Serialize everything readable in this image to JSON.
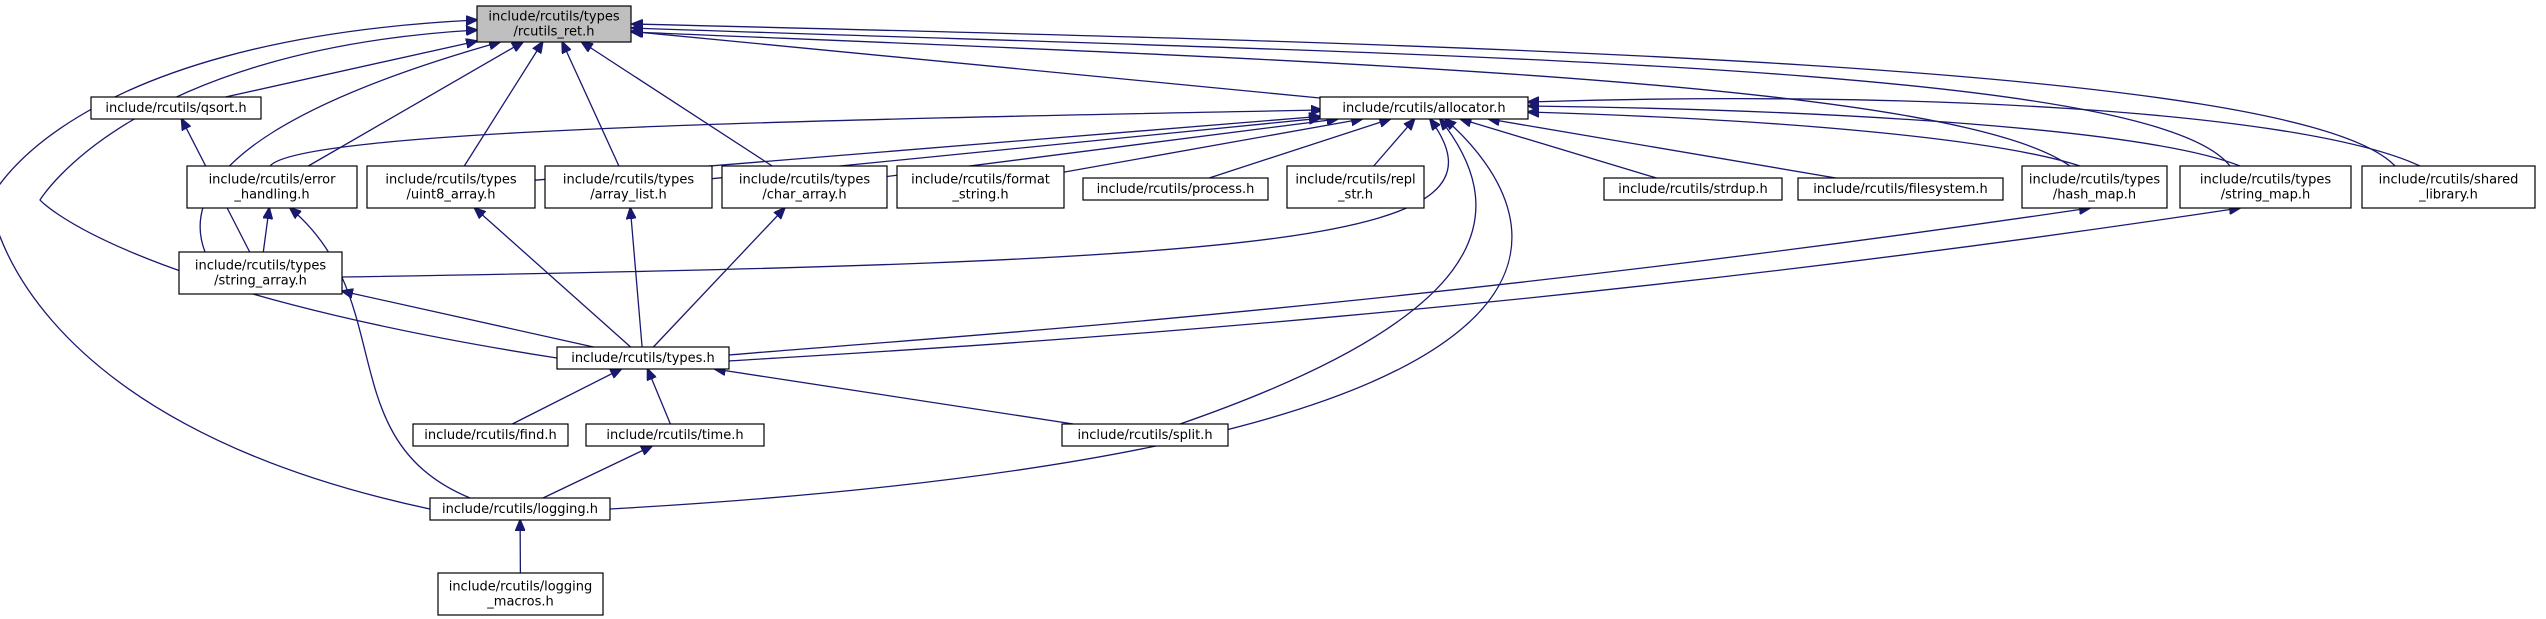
{
  "diagram": {
    "root_fill": "#bfbfbf",
    "node_fill": "#ffffff",
    "edge_color": "#191970",
    "nodes": [
      {
        "id": "rcutils_ret",
        "lines": [
          "include/rcutils/types",
          "/rcutils_ret.h"
        ],
        "root": true
      },
      {
        "id": "qsort",
        "lines": [
          "include/rcutils/qsort.h"
        ]
      },
      {
        "id": "allocator",
        "lines": [
          "include/rcutils/allocator.h"
        ]
      },
      {
        "id": "error_handling",
        "lines": [
          "include/rcutils/error",
          "_handling.h"
        ]
      },
      {
        "id": "uint8_array",
        "lines": [
          "include/rcutils/types",
          "/uint8_array.h"
        ]
      },
      {
        "id": "array_list",
        "lines": [
          "include/rcutils/types",
          "/array_list.h"
        ]
      },
      {
        "id": "char_array",
        "lines": [
          "include/rcutils/types",
          "/char_array.h"
        ]
      },
      {
        "id": "format_string",
        "lines": [
          "include/rcutils/format",
          "_string.h"
        ]
      },
      {
        "id": "process",
        "lines": [
          "include/rcutils/process.h"
        ]
      },
      {
        "id": "repl_str",
        "lines": [
          "include/rcutils/repl",
          "_str.h"
        ]
      },
      {
        "id": "strdup",
        "lines": [
          "include/rcutils/strdup.h"
        ]
      },
      {
        "id": "filesystem",
        "lines": [
          "include/rcutils/filesystem.h"
        ]
      },
      {
        "id": "hash_map",
        "lines": [
          "include/rcutils/types",
          "/hash_map.h"
        ]
      },
      {
        "id": "string_map",
        "lines": [
          "include/rcutils/types",
          "/string_map.h"
        ]
      },
      {
        "id": "shared_library",
        "lines": [
          "include/rcutils/shared",
          "_library.h"
        ]
      },
      {
        "id": "string_array",
        "lines": [
          "include/rcutils/types",
          "/string_array.h"
        ]
      },
      {
        "id": "types",
        "lines": [
          "include/rcutils/types.h"
        ]
      },
      {
        "id": "find",
        "lines": [
          "include/rcutils/find.h"
        ]
      },
      {
        "id": "time",
        "lines": [
          "include/rcutils/time.h"
        ]
      },
      {
        "id": "split",
        "lines": [
          "include/rcutils/split.h"
        ]
      },
      {
        "id": "logging",
        "lines": [
          "include/rcutils/logging.h"
        ]
      },
      {
        "id": "logging_macros",
        "lines": [
          "include/rcutils/logging",
          "_macros.h"
        ]
      }
    ],
    "edges": [
      {
        "from": "rcutils_ret",
        "to": "qsort"
      },
      {
        "from": "rcutils_ret",
        "to": "allocator"
      },
      {
        "from": "rcutils_ret",
        "to": "error_handling"
      },
      {
        "from": "rcutils_ret",
        "to": "uint8_array"
      },
      {
        "from": "rcutils_ret",
        "to": "array_list"
      },
      {
        "from": "rcutils_ret",
        "to": "char_array"
      },
      {
        "from": "rcutils_ret",
        "to": "hash_map"
      },
      {
        "from": "rcutils_ret",
        "to": "string_map"
      },
      {
        "from": "rcutils_ret",
        "to": "shared_library"
      },
      {
        "from": "rcutils_ret",
        "to": "string_array"
      },
      {
        "from": "rcutils_ret",
        "to": "types"
      },
      {
        "from": "rcutils_ret",
        "to": "logging"
      },
      {
        "from": "allocator",
        "to": "error_handling"
      },
      {
        "from": "allocator",
        "to": "uint8_array"
      },
      {
        "from": "allocator",
        "to": "array_list"
      },
      {
        "from": "allocator",
        "to": "char_array"
      },
      {
        "from": "allocator",
        "to": "format_string"
      },
      {
        "from": "allocator",
        "to": "process"
      },
      {
        "from": "allocator",
        "to": "repl_str"
      },
      {
        "from": "allocator",
        "to": "strdup"
      },
      {
        "from": "allocator",
        "to": "filesystem"
      },
      {
        "from": "allocator",
        "to": "hash_map"
      },
      {
        "from": "allocator",
        "to": "string_map"
      },
      {
        "from": "allocator",
        "to": "shared_library"
      },
      {
        "from": "allocator",
        "to": "string_array"
      },
      {
        "from": "allocator",
        "to": "split"
      },
      {
        "from": "allocator",
        "to": "logging"
      },
      {
        "from": "qsort",
        "to": "string_array"
      },
      {
        "from": "error_handling",
        "to": "string_array"
      },
      {
        "from": "error_handling",
        "to": "logging"
      },
      {
        "from": "uint8_array",
        "to": "types"
      },
      {
        "from": "array_list",
        "to": "types"
      },
      {
        "from": "char_array",
        "to": "types"
      },
      {
        "from": "hash_map",
        "to": "types"
      },
      {
        "from": "string_map",
        "to": "types"
      },
      {
        "from": "string_array",
        "to": "types"
      },
      {
        "from": "types",
        "to": "find"
      },
      {
        "from": "types",
        "to": "time"
      },
      {
        "from": "types",
        "to": "split"
      },
      {
        "from": "time",
        "to": "logging"
      },
      {
        "from": "logging",
        "to": "logging_macros"
      }
    ]
  }
}
